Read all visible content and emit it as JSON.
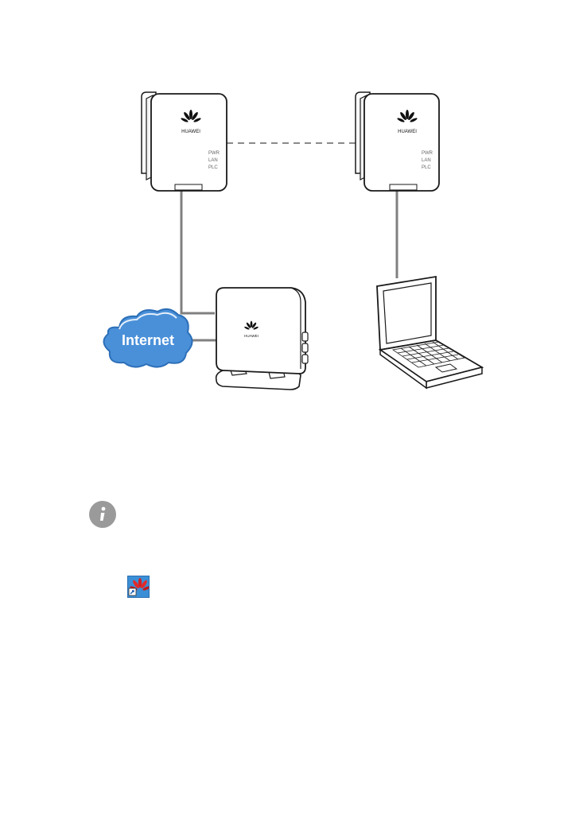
{
  "diagram": {
    "cloud_label": "Internet",
    "brand_label": "HUAWEI",
    "indicator_labels": [
      "PWR",
      "LAN",
      "PLC"
    ],
    "colors": {
      "cloud_fill": "#4a90d9",
      "cloud_edge": "#2c6fb8",
      "cable": "#808080",
      "outline": "#1a1a1a"
    }
  },
  "icons": {
    "note": "info-icon",
    "app_shortcut": "huawei-app-shortcut-icon"
  }
}
